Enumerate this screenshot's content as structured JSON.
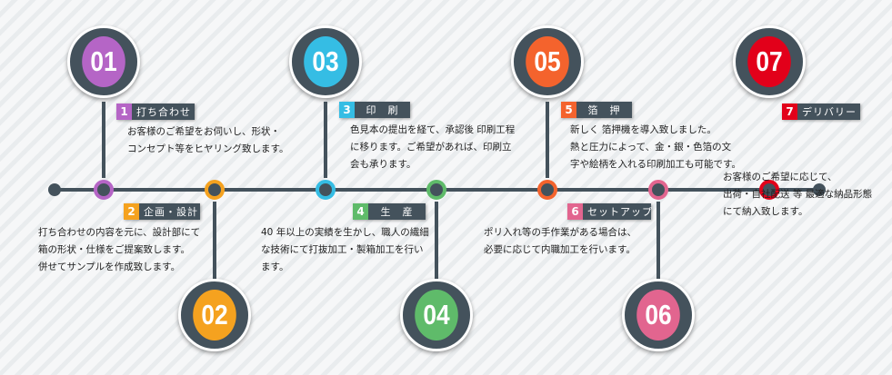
{
  "colors": {
    "line": "#44525c",
    "s1": "#b565c6",
    "s2": "#f5a21f",
    "s3": "#35bde4",
    "s4": "#5fbb6a",
    "s5": "#f4632d",
    "s6": "#e2658f",
    "s7": "#e2001a"
  },
  "steps": [
    {
      "badge": "01",
      "num": "1",
      "title": "打ち合わせ",
      "text": "お客様のご希望をお伺いし、形状・\nコンセプト等をヒヤリング致します。"
    },
    {
      "badge": "02",
      "num": "2",
      "title": "企画・設計",
      "text": "打ち合わせの内容を元に、設計部にて\n箱の形状・仕様をご提案致します。\n併せてサンプルを作成致します。"
    },
    {
      "badge": "03",
      "num": "3",
      "title": "印　刷",
      "text": "色見本の提出を経て、承認後 印刷工程\nに移ります。ご希望があれば、印刷立\n会も承ります。"
    },
    {
      "badge": "04",
      "num": "4",
      "title": "生　産",
      "text": "40 年以上の実績を生かし、職人の繊細\nな技術にて打抜加工・製箱加工を行い\nます。"
    },
    {
      "badge": "05",
      "num": "5",
      "title": "箔　押",
      "text": "新しく 箔押機を導入致しました。\n熱と圧力によって、金・銀・色箔の文\n字や絵柄を入れる印刷加工も可能です。"
    },
    {
      "badge": "06",
      "num": "6",
      "title": "セットアップ",
      "text": "ポリ入れ等の手作業がある場合は、\n必要に応じて内職加工を行います。"
    },
    {
      "badge": "07",
      "num": "7",
      "title": "デリバリー",
      "text": "お客様のご希望に応じて、\n出荷・自社配送 等 最適な納品形態\nにて納入致します。"
    }
  ]
}
